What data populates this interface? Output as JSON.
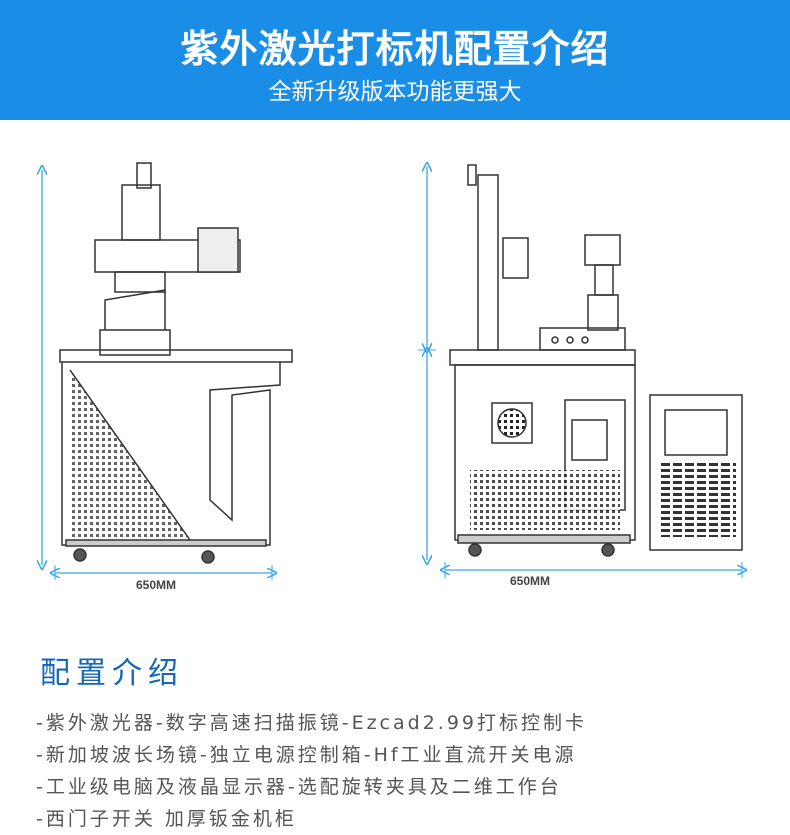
{
  "header": {
    "title": "紫外激光打标机配置介绍",
    "subtitle": "全新升级版本功能更强大"
  },
  "diagrams": {
    "left_width_label": "650MM",
    "right_width_label": "650MM"
  },
  "config": {
    "title": "配置介绍",
    "items": [
      "-紫外激光器-数字高速扫描振镜-Ezcad2.99打标控制卡",
      "-新加坡波长场镜-独立电源控制箱-Hf工业直流开关电源",
      "-工业级电脑及液晶显示器-选配旋转夹具及二维工作台",
      "-西门子开关 加厚钣金机柜"
    ]
  },
  "colors": {
    "header_bg": "#1a8de6",
    "section_title": "#1466b8",
    "dimension_line": "#3aa8e6"
  }
}
